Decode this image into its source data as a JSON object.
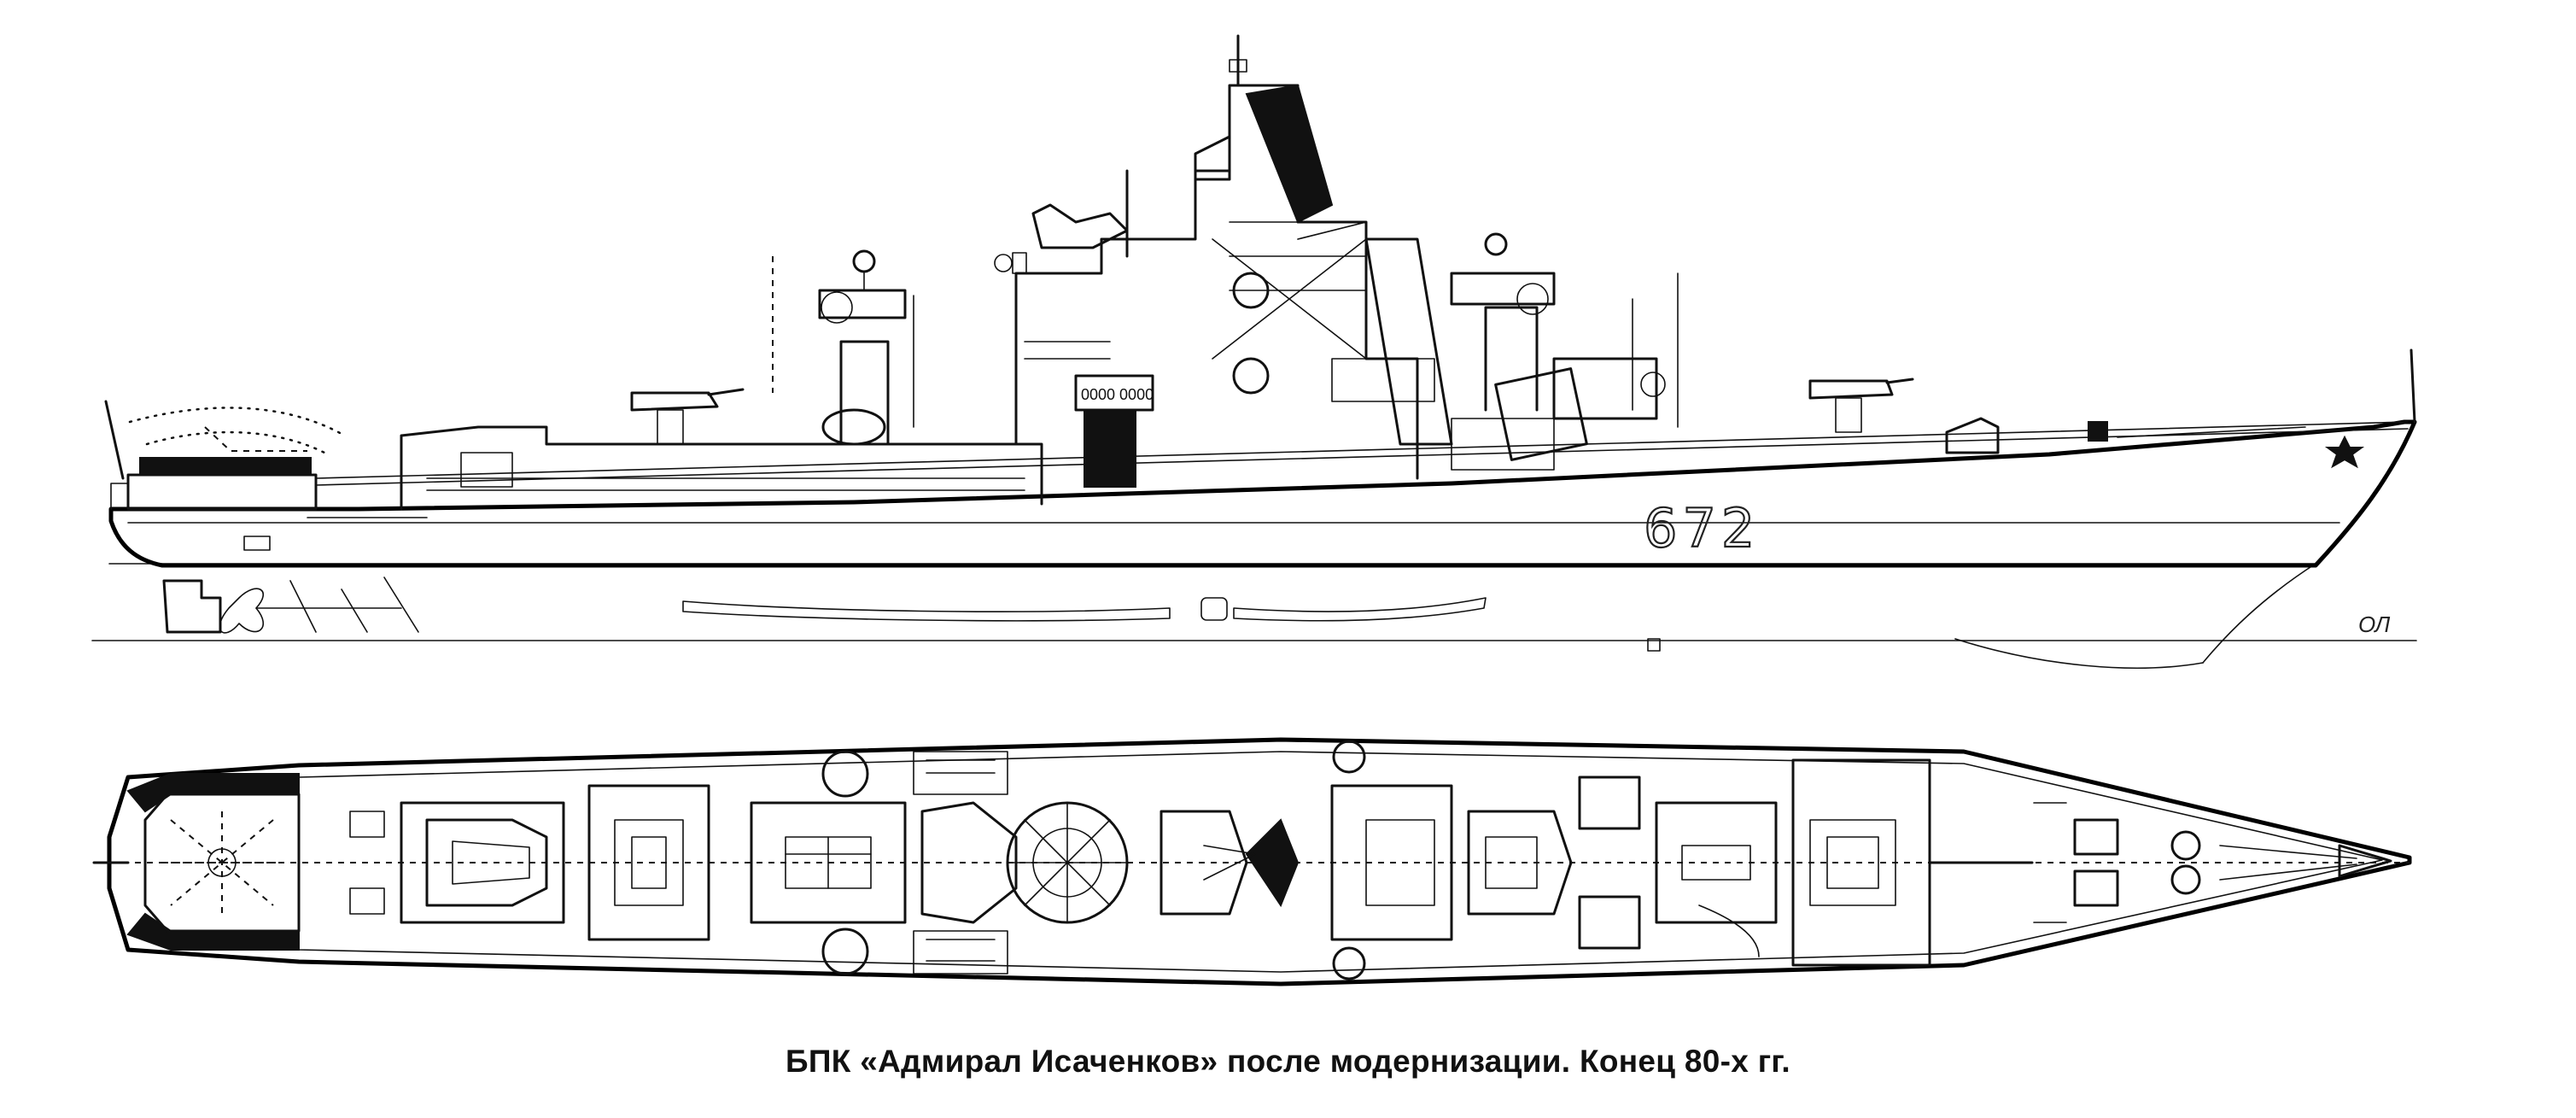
{
  "figure": {
    "caption": "БПК «Адмирал Исаченков» после модернизации. Конец 80-х гг.",
    "hull_number": "672",
    "waterline_label": "ОЛ",
    "bridge_window_code": "0000 0000"
  },
  "views": {
    "side_profile": "side-elevation",
    "plan": "deck-plan"
  }
}
